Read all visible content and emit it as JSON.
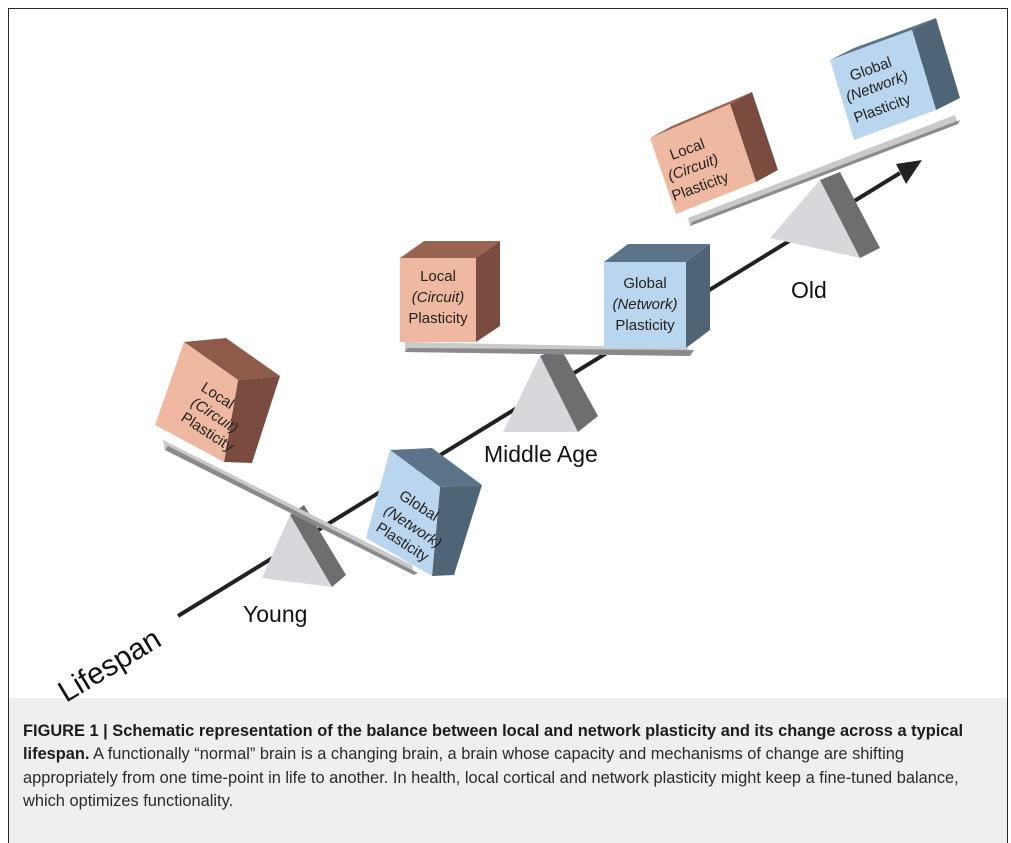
{
  "diagram": {
    "axis_label": "Lifespan",
    "stages": [
      {
        "label": "Young",
        "local_box": [
          "Local",
          "(Circuit)",
          "Plasticity"
        ],
        "global_box": [
          "Global",
          "(Network)",
          "Plasticity"
        ]
      },
      {
        "label": "Middle Age",
        "local_box": [
          "Local",
          "(Circuit)",
          "Plasticity"
        ],
        "global_box": [
          "Global",
          "(Network)",
          "Plasticity"
        ]
      },
      {
        "label": "Old",
        "local_box": [
          "Local",
          "(Circuit)",
          "Plasticity"
        ],
        "global_box": [
          "Global",
          "(Network)",
          "Plasticity"
        ]
      }
    ],
    "colors": {
      "local": "#eeb9a0",
      "global": "#b9d6ee",
      "beam": "#c6c6c8",
      "fulcrum": "#d6d6da",
      "arrow": "#222222"
    }
  },
  "caption": {
    "figure_label": "FIGURE 1 | Schematic representation of the balance between local and network plasticity and its change across a typical lifespan.",
    "body": " A functionally “normal” brain is a changing brain, a brain whose capacity and mechanisms of change are shifting appropriately from one time-point in life to another. In health, local cortical and network plasticity might keep a fine-tuned balance, which optimizes functionality."
  }
}
